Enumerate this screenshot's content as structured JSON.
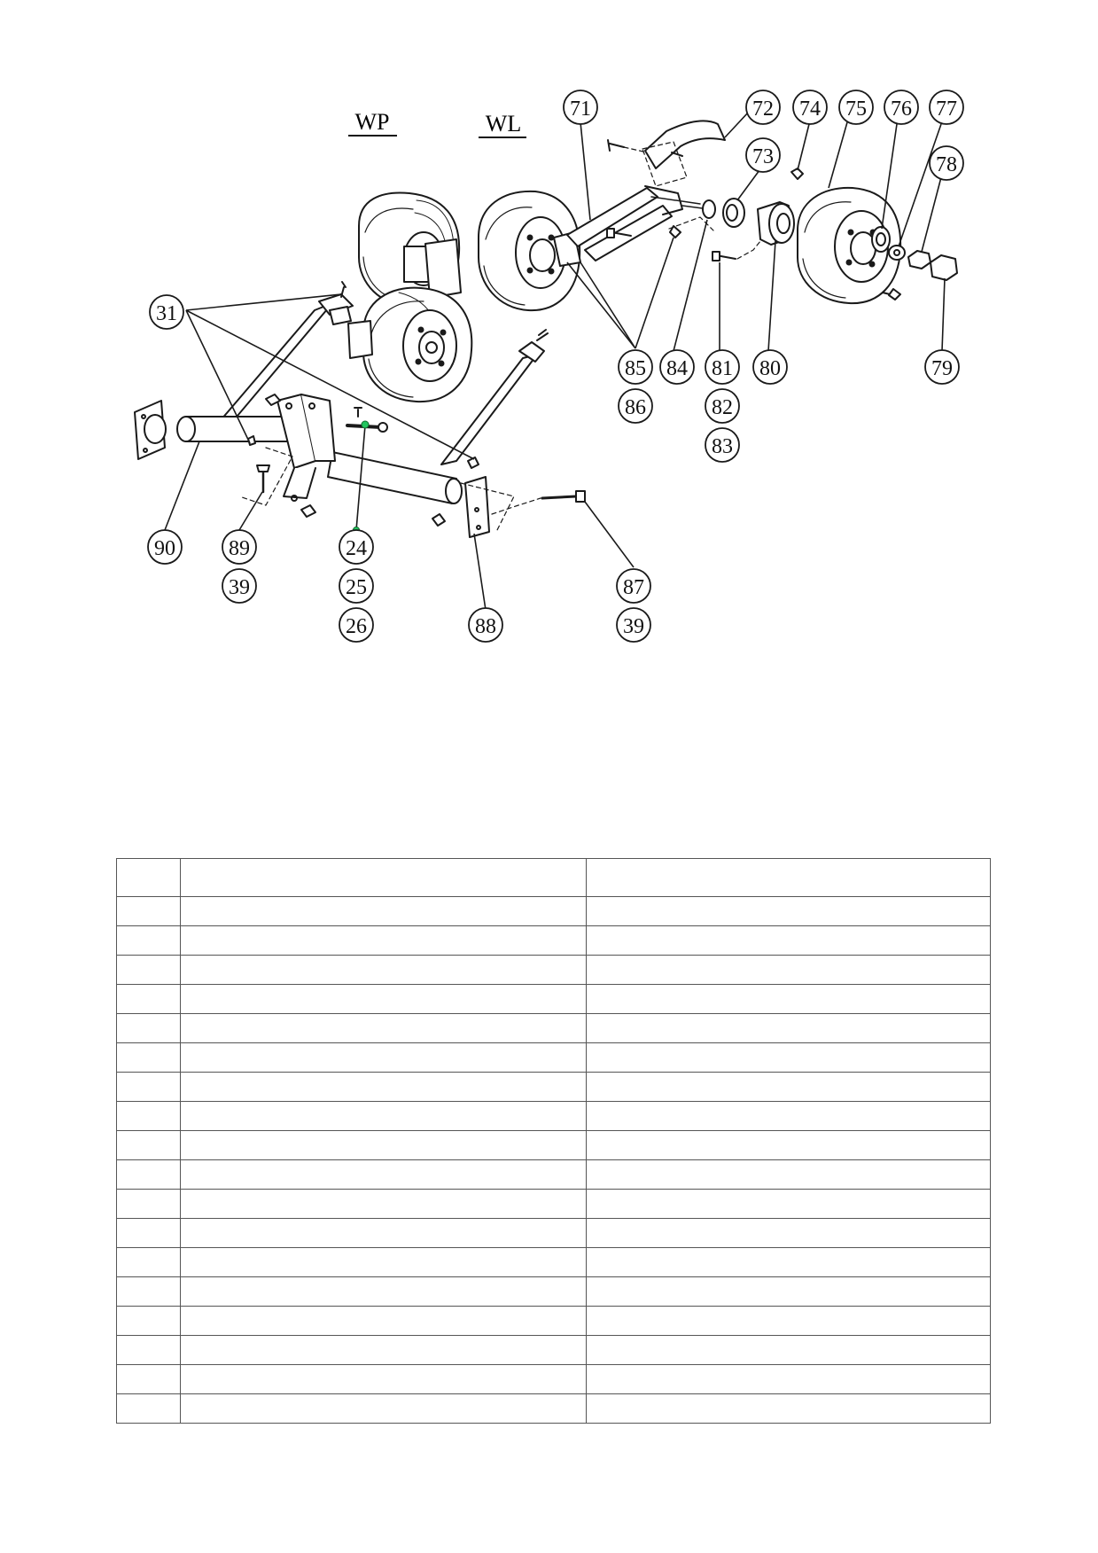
{
  "diagram": {
    "group_labels": [
      "WP",
      "WL"
    ],
    "callouts": [
      "31",
      "71",
      "72",
      "73",
      "74",
      "75",
      "76",
      "77",
      "78",
      "85",
      "86",
      "84",
      "81",
      "82",
      "83",
      "80",
      "79",
      "90",
      "89",
      "39",
      "24",
      "25",
      "26",
      "88",
      "87",
      "39"
    ],
    "line_color": "#1a1a1a",
    "highlight_color": "#22c55e"
  },
  "table": {
    "columns": 3,
    "rows": 19,
    "cells": []
  }
}
